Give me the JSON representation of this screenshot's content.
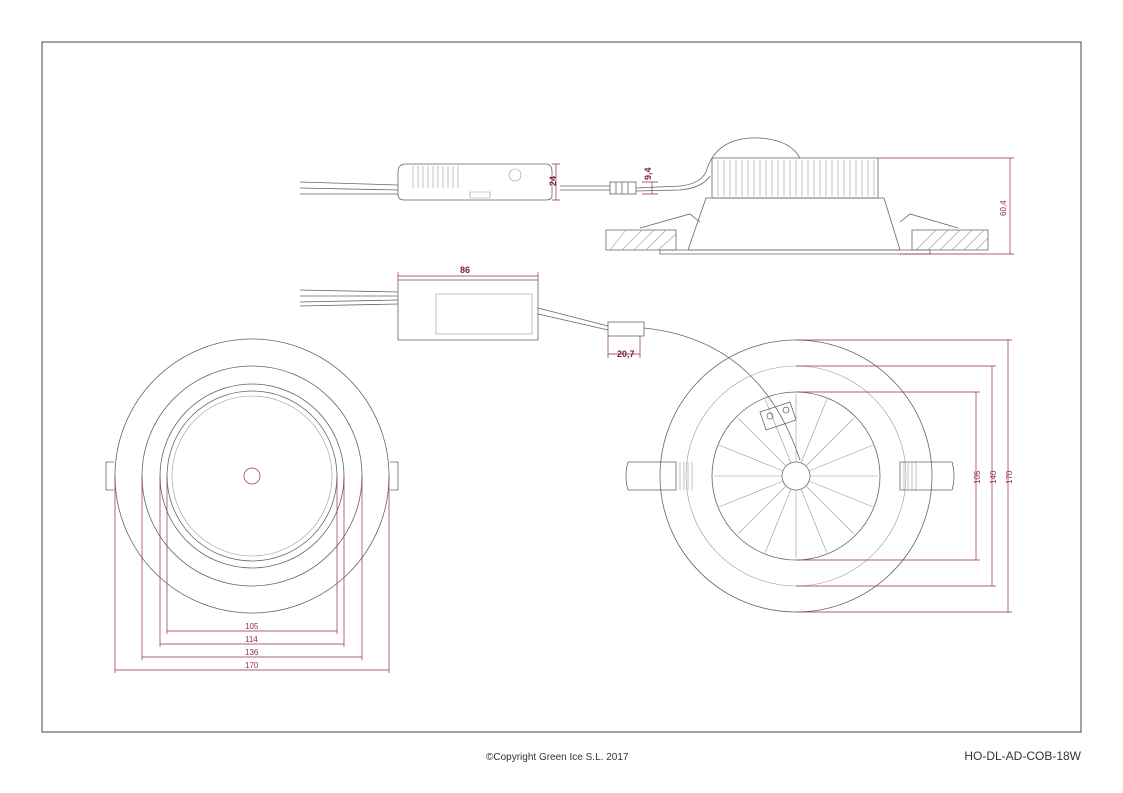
{
  "title_block": {
    "copyright": "©Copyright Green Ice S.L. 2017",
    "model_code": "HO-DL-AD-COB-18W"
  },
  "dimensions": {
    "driver_height": "24",
    "connector_height": "9,4",
    "luminaire_height": "60,4",
    "driver_length": "86",
    "connector_length": "20,7",
    "front_105": "105",
    "front_114": "114",
    "front_136": "136",
    "front_170": "170",
    "back_105": "105",
    "back_140": "140",
    "back_170": "170"
  },
  "colors": {
    "outline": "#666666",
    "dimension": "#9b2a4d"
  }
}
